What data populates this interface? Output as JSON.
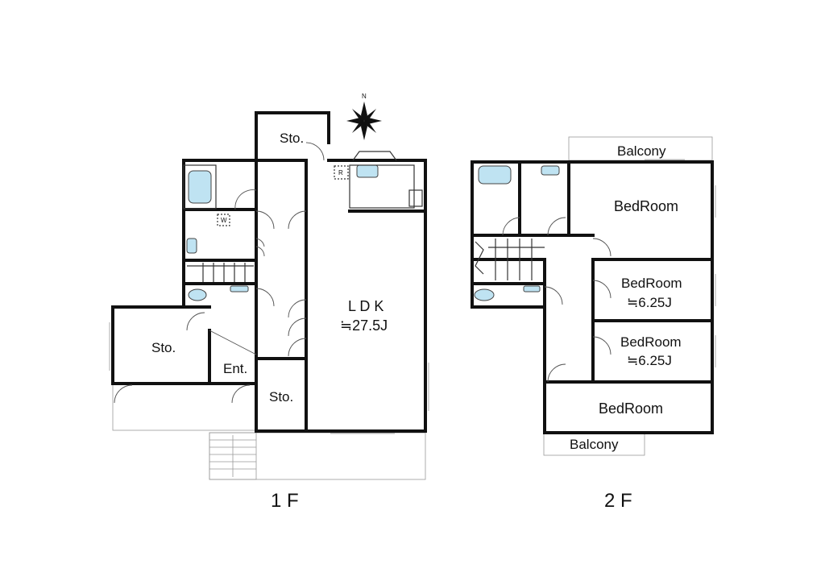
{
  "floors": {
    "first": {
      "label": "1 F",
      "rooms": {
        "storage_top": "Sto.",
        "ldk": "L D K",
        "ldk_size": "≒27.5J",
        "storage_left": "Sto.",
        "entrance": "Ent.",
        "storage_bottom": "Sto."
      },
      "fixtures": {
        "refrigerator": "R",
        "washer": "W"
      }
    },
    "second": {
      "label": "2 F",
      "rooms": {
        "balcony_top": "Balcony",
        "bedroom_large": "BedRoom",
        "bedroom_2": "BedRoom",
        "bedroom_2_size": "≒6.25J",
        "bedroom_3": "BedRoom",
        "bedroom_3_size": "≒6.25J",
        "bedroom_bottom": "BedRoom",
        "balcony_bottom": "Balcony"
      }
    }
  },
  "compass": {
    "north": "N"
  },
  "colors": {
    "wall": "#111111",
    "fixture": "#bfe3f2",
    "background": "#ffffff"
  }
}
